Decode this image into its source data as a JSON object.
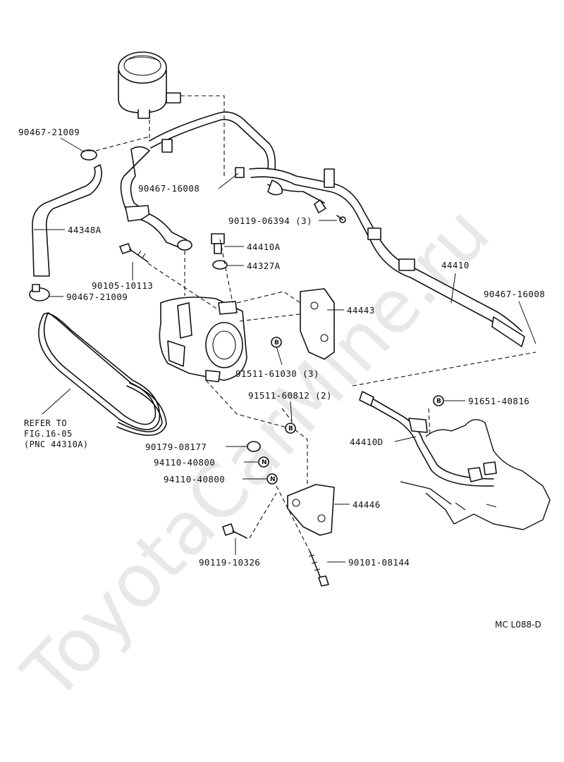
{
  "watermark": "ToyotaCarMine.ru",
  "diagram_code": "MC L088-D",
  "part_labels": {
    "clamp_upper": "90467-21009",
    "return_hose": "44348A",
    "clip_16008_left": "90467-16008",
    "bolt_06394": "90119-06394 (3)",
    "union_bolt": "44410A",
    "gasket": "44327A",
    "bolt_10113": "90105-10113",
    "clamp_lower": "90467-21009",
    "bracket_44443": "44443",
    "bolt_61030": "91511-61030 (3)",
    "pressure_tube": "44410",
    "clip_16008_right": "90467-16008",
    "bolt_60812": "91511-60812 (2)",
    "bolt_40816": "91651-40816",
    "tube_44410D": "44410D",
    "nut_08177": "90179-08177",
    "nut_40800_a": "94110-40800",
    "nut_40800_b": "94110-40800",
    "bracket_44446": "44446",
    "bolt_10326": "90119-10326",
    "stud_08144": "90101-08144"
  },
  "belt_note": {
    "line1": "REFER TO",
    "line2": "FIG.16-05",
    "line3": "(PNC 44310A)"
  },
  "symbols": {
    "bolt_marker": "B",
    "nut_marker": "N"
  }
}
